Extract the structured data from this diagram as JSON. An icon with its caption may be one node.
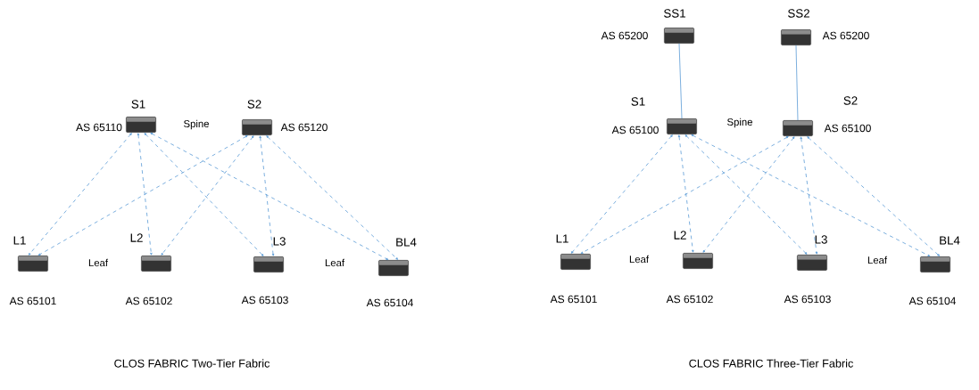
{
  "diagram": {
    "nodes": [
      {
        "text": [
          "S1"
        ],
        "beside": [
          "AS 65110"
        ]
      },
      {
        "text": [
          "S2"
        ],
        "beside": [
          "AS 65120"
        ]
      },
      {
        "text": [
          "L1"
        ],
        "beside": [
          "AS 65101"
        ]
      },
      {
        "text": [
          "L2"
        ],
        "beside": [
          "AS 65102"
        ]
      },
      {
        "text": [
          "L3"
        ],
        "beside": [
          "AS 65103"
        ]
      },
      {
        "text": [
          "BL4"
        ],
        "beside": [
          "AS 65104"
        ]
      },
      {
        "text": [
          "SS1"
        ],
        "beside": [
          "AS 65200"
        ]
      },
      {
        "text": [
          "SS2"
        ],
        "beside": [
          "AS 65200"
        ]
      },
      {
        "text": [
          "S1"
        ],
        "beside": [
          "AS 65100"
        ]
      },
      {
        "text": [
          "S2"
        ],
        "beside": [
          "AS 65100"
        ]
      },
      {
        "text": [
          "L1"
        ],
        "beside": [
          "AS 65101"
        ]
      },
      {
        "text": [
          "L2"
        ],
        "beside": [
          "AS 65102"
        ]
      },
      {
        "text": [
          "L3"
        ],
        "beside": [
          "AS 65103"
        ]
      },
      {
        "text": [
          "BL4"
        ],
        "beside": [
          "AS 65104"
        ]
      }
    ],
    "edges": [
      {
        "from": 0,
        "to": 2,
        "arrow": "both",
        "style": "dashed"
      },
      {
        "from": 0,
        "to": 3,
        "arrow": "both",
        "style": "dashed"
      },
      {
        "from": 0,
        "to": 4,
        "arrow": "both",
        "style": "dashed"
      },
      {
        "from": 0,
        "to": 5,
        "arrow": "both",
        "style": "dashed"
      },
      {
        "from": 1,
        "to": 2,
        "arrow": "both",
        "style": "dashed"
      },
      {
        "from": 1,
        "to": 3,
        "arrow": "both",
        "style": "dashed"
      },
      {
        "from": 1,
        "to": 4,
        "arrow": "both",
        "style": "dashed"
      },
      {
        "from": 1,
        "to": 5,
        "arrow": "both",
        "style": "dashed"
      },
      {
        "from": 6,
        "to": 8,
        "arrow": "none"
      },
      {
        "from": 7,
        "to": 9,
        "arrow": "none"
      },
      {
        "from": 8,
        "to": 10,
        "arrow": "both",
        "style": "dashed"
      },
      {
        "from": 8,
        "to": 11,
        "arrow": "both",
        "style": "dashed"
      },
      {
        "from": 8,
        "to": 12,
        "arrow": "both",
        "style": "dashed"
      },
      {
        "from": 8,
        "to": 13,
        "arrow": "both",
        "style": "dashed"
      },
      {
        "from": 9,
        "to": 10,
        "arrow": "both",
        "style": "dashed"
      },
      {
        "from": 9,
        "to": 11,
        "arrow": "both",
        "style": "dashed"
      },
      {
        "from": 9,
        "to": 12,
        "arrow": "both",
        "style": "dashed"
      },
      {
        "from": 9,
        "to": 13,
        "arrow": "both",
        "style": "dashed"
      }
    ],
    "labels": [
      "Spine",
      "Leaf",
      "Leaf",
      "CLOS FABRIC Two-Tier Fabric",
      "Spine",
      "Leaf",
      "Leaf",
      "CLOS FABRIC Three-Tier Fabric"
    ]
  }
}
